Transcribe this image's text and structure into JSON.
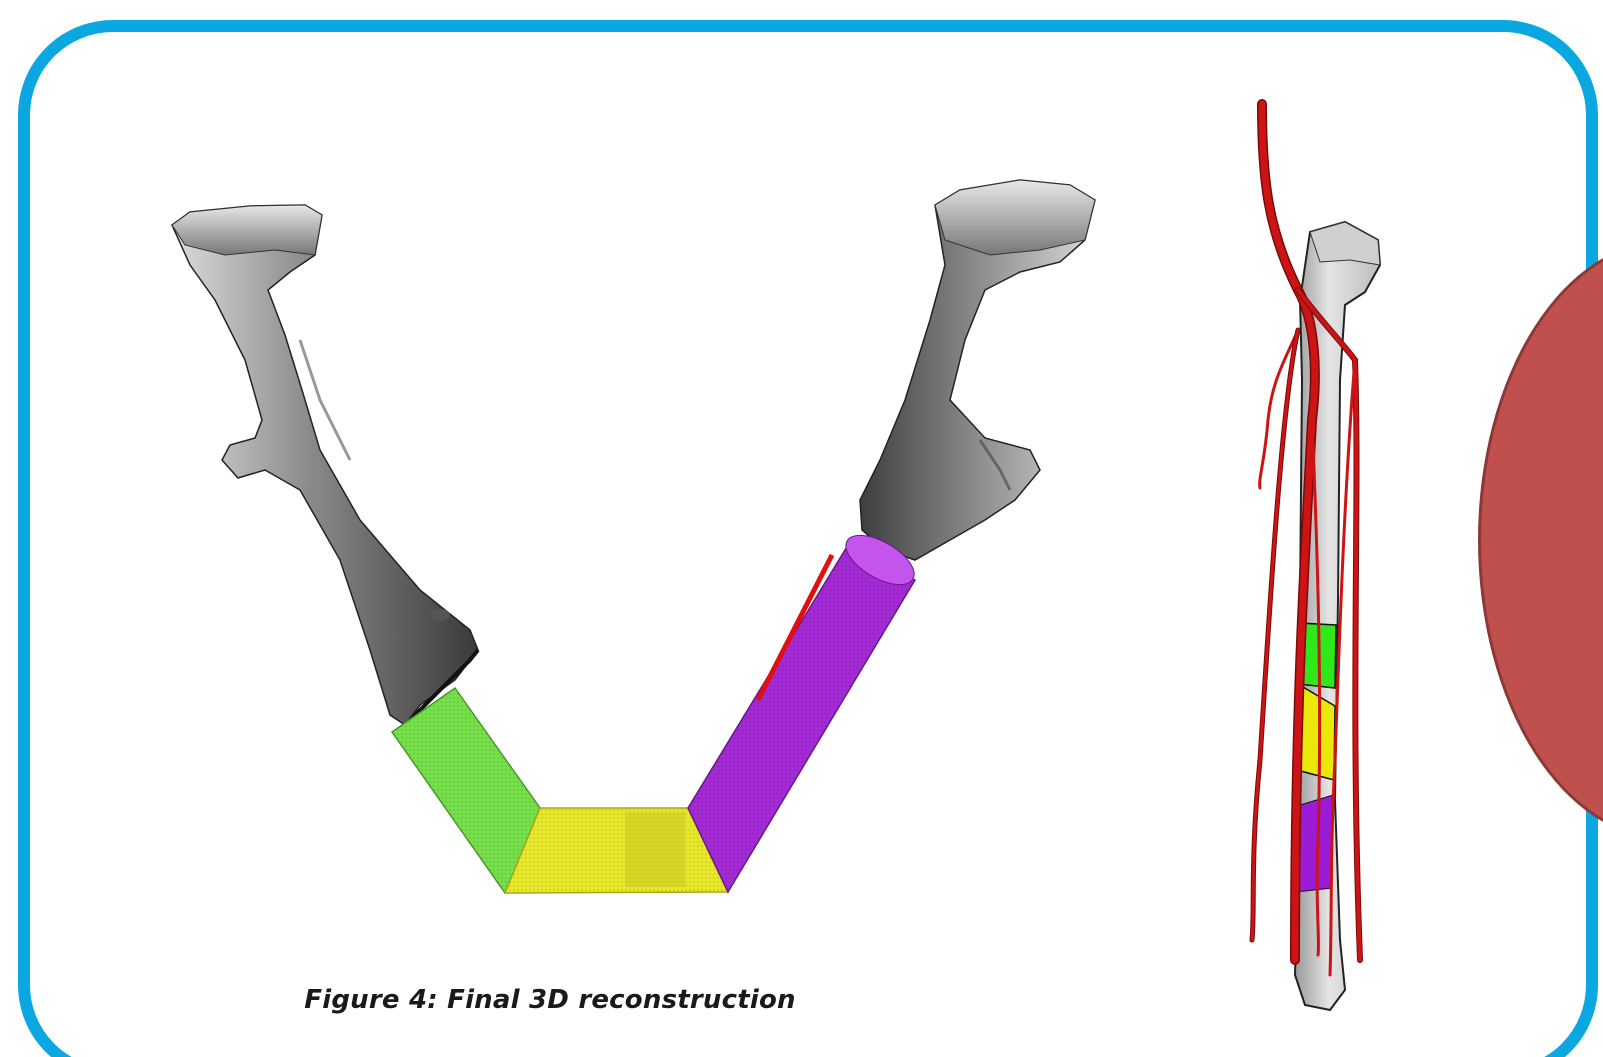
{
  "figure": {
    "caption": "Figure 4: Final 3D reconstruction"
  },
  "colors": {
    "frame_border": "#0aa7e0",
    "bone": "#b5b5b5",
    "bone_dark": "#4a4a4a",
    "segment_green": "#76e04a",
    "segment_yellow": "#e8e82a",
    "segment_purple": "#a42ad6",
    "vessel_red": "#cc1414",
    "side_circle": "#c0504d"
  },
  "parts": {
    "mandible_reconstruction": [
      "left-ramus",
      "right-ramus",
      "green-segment",
      "yellow-segment",
      "purple-segment"
    ],
    "fibula_model": [
      "fibula-bone",
      "peroneal-vessels",
      "green-band",
      "yellow-band",
      "purple-band"
    ]
  }
}
